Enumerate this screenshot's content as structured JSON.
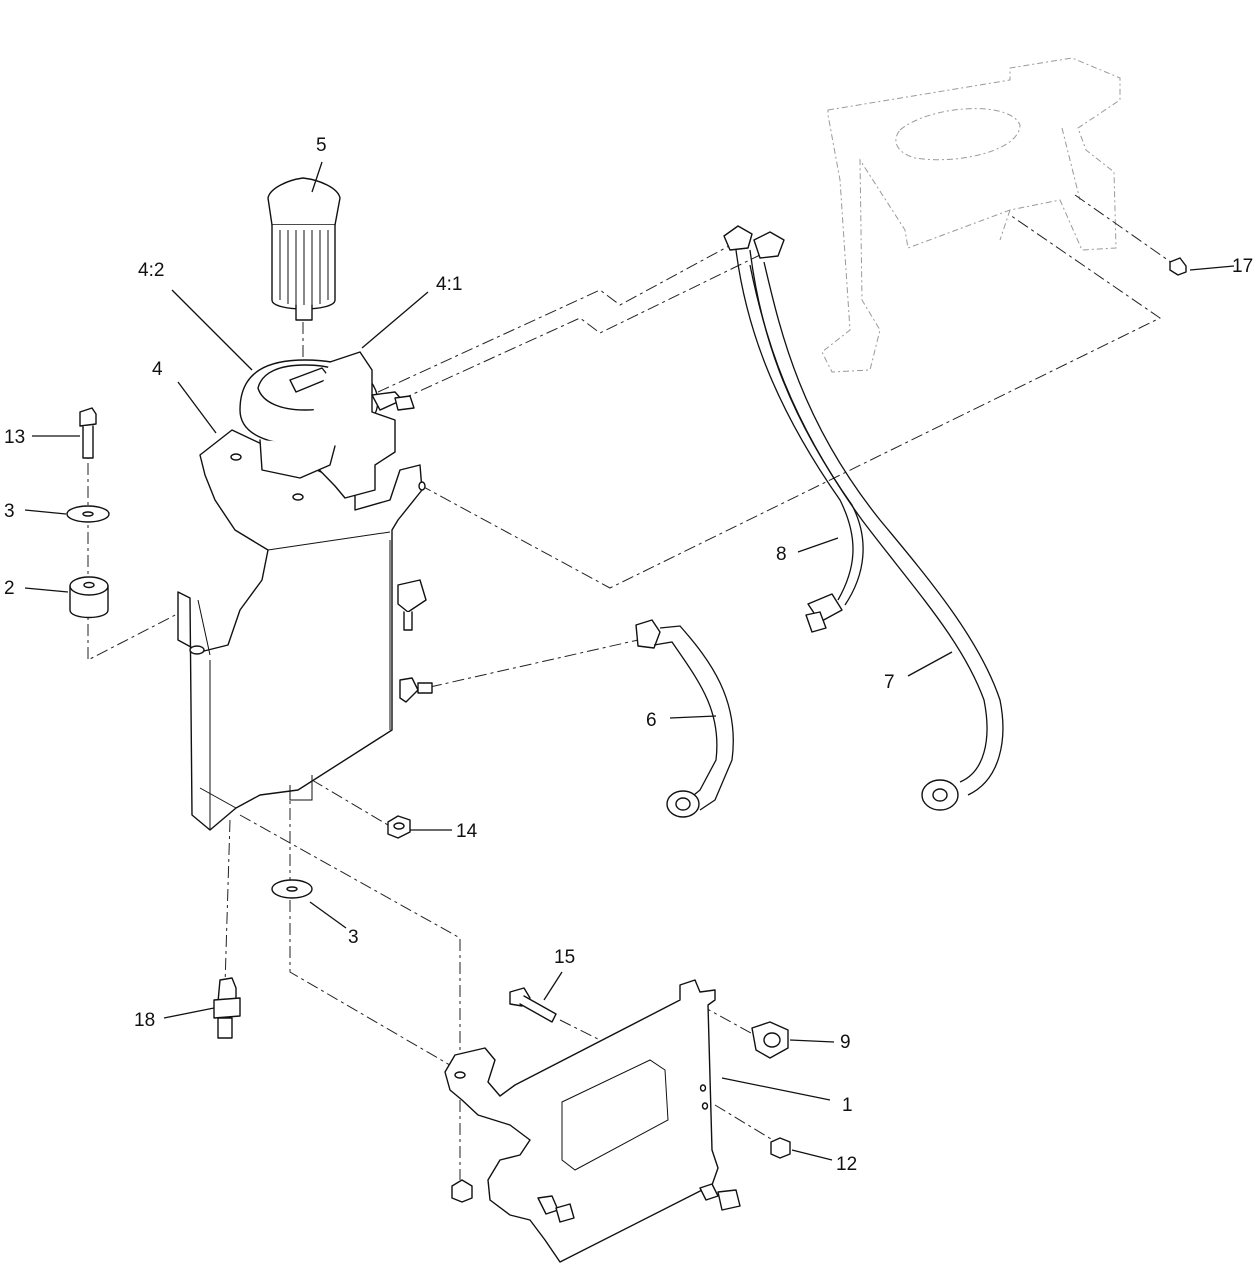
{
  "diagram": {
    "callouts": [
      {
        "id": "c1",
        "label": "1"
      },
      {
        "id": "c2",
        "label": "2"
      },
      {
        "id": "c3a",
        "label": "3"
      },
      {
        "id": "c3b",
        "label": "3"
      },
      {
        "id": "c4",
        "label": "4"
      },
      {
        "id": "c4-1",
        "label": "4:1"
      },
      {
        "id": "c4-2",
        "label": "4:2"
      },
      {
        "id": "c5",
        "label": "5"
      },
      {
        "id": "c6",
        "label": "6"
      },
      {
        "id": "c7",
        "label": "7"
      },
      {
        "id": "c8",
        "label": "8"
      },
      {
        "id": "c9",
        "label": "9"
      },
      {
        "id": "c12",
        "label": "12"
      },
      {
        "id": "c13",
        "label": "13"
      },
      {
        "id": "c14",
        "label": "14"
      },
      {
        "id": "c15",
        "label": "15"
      },
      {
        "id": "c17",
        "label": "17"
      },
      {
        "id": "c18",
        "label": "18"
      }
    ]
  }
}
